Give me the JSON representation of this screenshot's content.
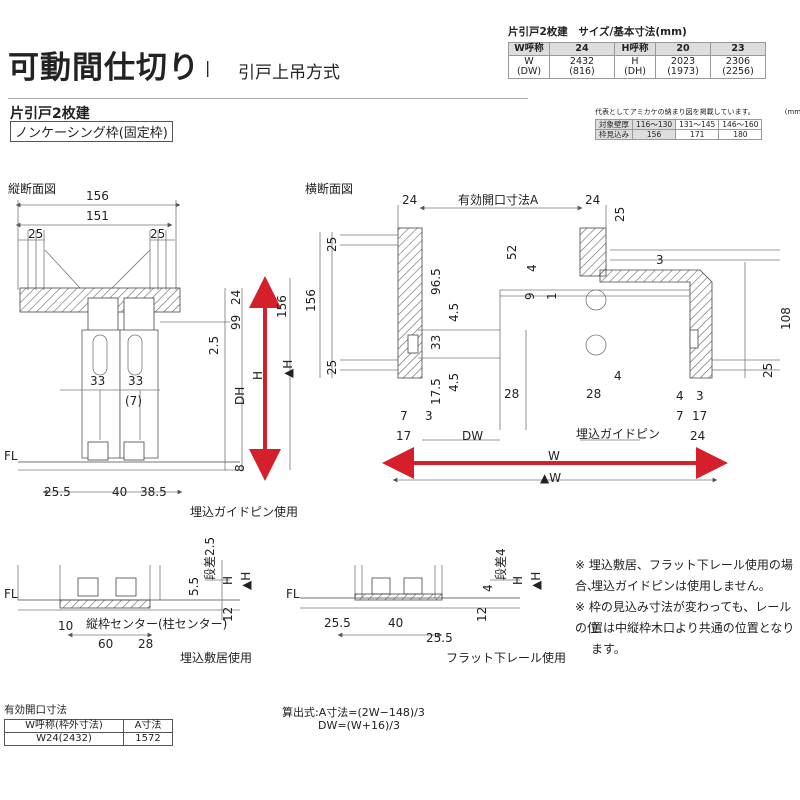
{
  "header": {
    "title": "可動間仕切り",
    "separator": "|",
    "subtitle": "引戸上吊方式"
  },
  "spec_table": {
    "caption": "片引戸2枚建　サイズ/基本寸法(mm)",
    "w_label": "W呼称",
    "w_val": "24",
    "w_dim_label": "W",
    "w_dim_sub": "(DW)",
    "w_dim": "2432",
    "w_dim_dw": "(816)",
    "h_label": "H呼称",
    "h_col1": "20",
    "h_col2": "23",
    "h_dim_label": "H",
    "h_dim_sub": "(DH)",
    "h_dim1": "2023",
    "h_dim1_dh": "(1973)",
    "h_dim2": "2306",
    "h_dim2_dh": "(2256)"
  },
  "frame_table": {
    "caption": "代表としてアミカケの納まり図を掲載しています。",
    "unit": "(mm)",
    "row1": [
      "対象壁厚",
      "116〜130",
      "131〜145",
      "146〜160"
    ],
    "row2": [
      "枠見込み",
      "156",
      "171",
      "180"
    ]
  },
  "frame": {
    "title": "片引戸2枚建",
    "sub": "ノンケーシング枠(固定枠)"
  },
  "vertical": {
    "label": "縦断面図",
    "d156": "156",
    "d151": "151",
    "d25a": "25",
    "d25b": "25",
    "d24": "24",
    "d99": "99",
    "d2_5": "2.5",
    "d33a": "33",
    "d33b": "33",
    "d7": "(7)",
    "dDH": "DH",
    "dH": "H",
    "dH2": "▲H",
    "d156v": "156",
    "d8": "8",
    "fl": "FL",
    "d25_5": "25.5",
    "d40": "40",
    "d38_5": "38.5",
    "caption": "埋込ガイドピン使用"
  },
  "horizontal": {
    "label": "横断面図",
    "d24a": "24",
    "dA": "有効開口寸法A",
    "d24b": "24",
    "d25t": "25",
    "d25l": "25",
    "d52": "52",
    "d4": "4",
    "d3": "3",
    "d96_5": "96.5",
    "d9": "9",
    "d1": "1",
    "d4_5a": "4.5",
    "d33": "33",
    "d17_5": "17.5",
    "d4_5b": "4.5",
    "d28a": "28",
    "d28b": "28",
    "d4b": "4",
    "d7": "7",
    "d3b": "3",
    "d17": "17",
    "dDW": "DW",
    "guide": "埋込ガイドピン",
    "d156": "156",
    "d25ll": "25",
    "d108": "108",
    "d25rr": "25",
    "d4r": "4",
    "d3r": "3",
    "d7r": "7",
    "d17r": "17",
    "d24r": "24",
    "dW": "W",
    "dW2": "▲W"
  },
  "notes": {
    "n1a": "※ 埋込敷居、フラット下レール使用の場合、",
    "n1b": "埋込ガイドピンは使用しません。",
    "n2a": "※ 枠の見込み寸法が変わっても、レールの位",
    "n2b": "置は中縦枠木口より共通の位置となります。"
  },
  "detail1": {
    "fl": "FL",
    "d5_5": "5.5",
    "step": "段差2.5",
    "dH": "H",
    "dH2": "▲H",
    "d12": "12",
    "d10": "10",
    "center": "縦枠センター(柱センター)",
    "d60": "60",
    "d28": "28",
    "caption": "埋込敷居使用"
  },
  "detail2": {
    "fl": "FL",
    "d4": "4",
    "step": "段差4",
    "dH": "H",
    "dH2": "▲H",
    "d12": "12",
    "d25_5a": "25.5",
    "d40": "40",
    "d25_5b": "25.5",
    "caption": "フラット下レール使用"
  },
  "bottom_table": {
    "caption": "有効開口寸法",
    "head1": "W呼称(枠外寸法)",
    "head2": "A寸法",
    "val1": "W24(2432)",
    "val2": "1572"
  },
  "formula": {
    "a": "算出式:A寸法=(2W−148)/3",
    "dw": "DW=(W+16)/3"
  }
}
